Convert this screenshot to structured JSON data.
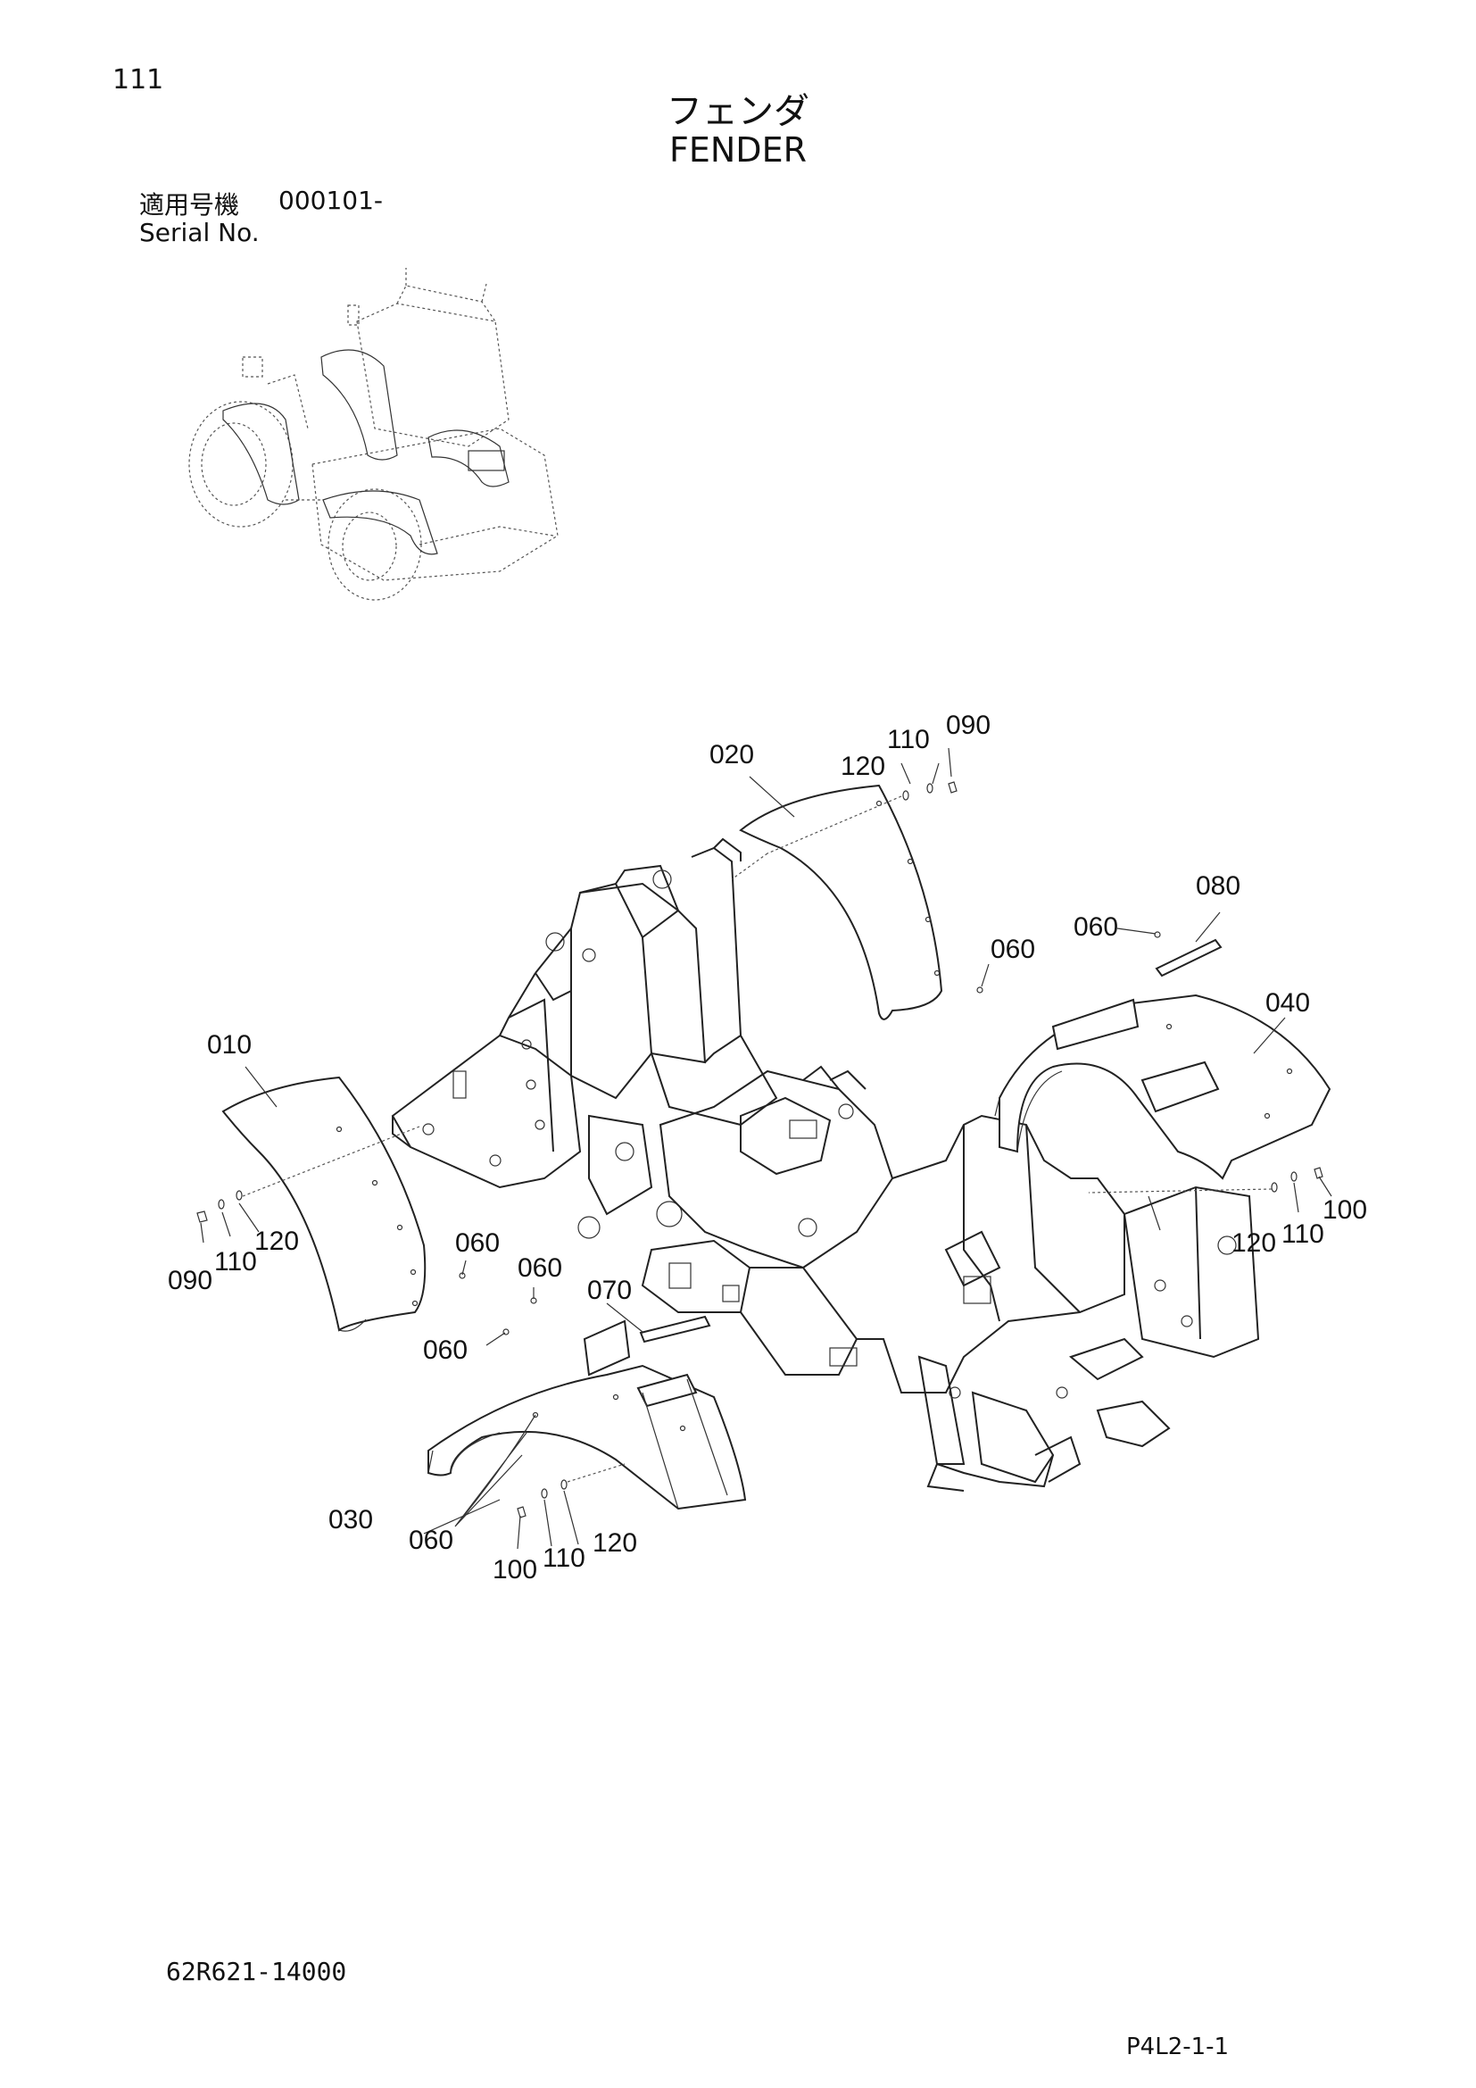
{
  "header": {
    "page_number": "111",
    "title_jp": "フェンダ",
    "title_en": "FENDER",
    "serial_label_jp": "適用号機",
    "serial_value": "000101-",
    "serial_label_en": "Serial No."
  },
  "callouts": {
    "c010": "010",
    "c020": "020",
    "c030": "030",
    "c040": "040",
    "c060": "060",
    "c070": "070",
    "c080": "080",
    "c090": "090",
    "c100": "100",
    "c110": "110",
    "c120": "120"
  },
  "footer": {
    "drawing_number": "62R621-14000",
    "page_code": "P4L2-1-1"
  }
}
